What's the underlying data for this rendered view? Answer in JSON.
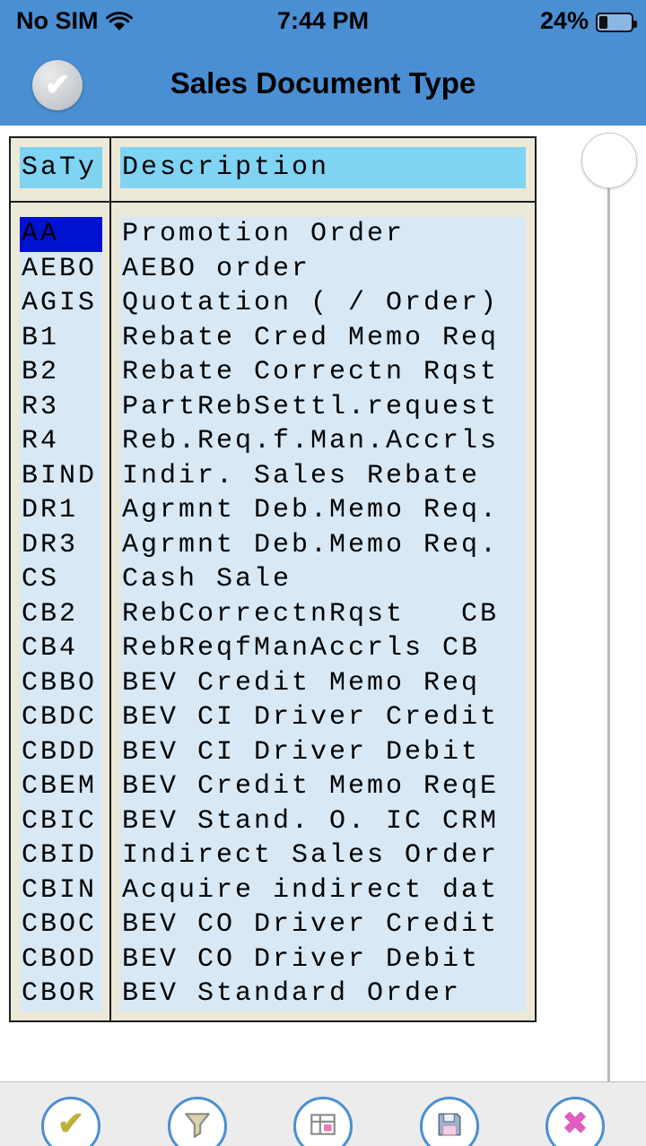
{
  "status_bar": {
    "carrier": "No SIM",
    "time": "7:44 PM",
    "battery_percent": "24%"
  },
  "header": {
    "title": "Sales Document Type"
  },
  "table": {
    "columns": [
      "SaTy",
      "Description"
    ],
    "rows": [
      {
        "saty": "AA",
        "description": "Promotion Order",
        "selected": true
      },
      {
        "saty": "AEBO",
        "description": "AEBO order",
        "selected": false
      },
      {
        "saty": "AGIS",
        "description": "Quotation ( / Order)",
        "selected": false
      },
      {
        "saty": "B1",
        "description": "Rebate Cred Memo Req",
        "selected": false
      },
      {
        "saty": "B2",
        "description": "Rebate Correctn Rqst",
        "selected": false
      },
      {
        "saty": "R3",
        "description": "PartRebSettl.request",
        "selected": false
      },
      {
        "saty": "R4",
        "description": "Reb.Req.f.Man.Accrls",
        "selected": false
      },
      {
        "saty": "BIND",
        "description": "Indir. Sales Rebate",
        "selected": false
      },
      {
        "saty": "DR1",
        "description": "Agrmnt Deb.Memo Req.",
        "selected": false
      },
      {
        "saty": "DR3",
        "description": "Agrmnt Deb.Memo Req.",
        "selected": false
      },
      {
        "saty": "CS",
        "description": "Cash Sale",
        "selected": false
      },
      {
        "saty": "CB2",
        "description": "RebCorrectnRqst   CB",
        "selected": false
      },
      {
        "saty": "CB4",
        "description": "RebReqfManAccrls CB",
        "selected": false
      },
      {
        "saty": "CBBO",
        "description": "BEV Credit Memo Req",
        "selected": false
      },
      {
        "saty": "CBDC",
        "description": "BEV CI Driver Credit",
        "selected": false
      },
      {
        "saty": "CBDD",
        "description": "BEV CI Driver Debit",
        "selected": false
      },
      {
        "saty": "CBEM",
        "description": "BEV Credit Memo ReqE",
        "selected": false
      },
      {
        "saty": "CBIC",
        "description": "BEV Stand. O. IC CRM",
        "selected": false
      },
      {
        "saty": "CBID",
        "description": "Indirect Sales Order",
        "selected": false
      },
      {
        "saty": "CBIN",
        "description": "Acquire indirect dat",
        "selected": false
      },
      {
        "saty": "CBOC",
        "description": "BEV CO Driver Credit",
        "selected": false
      },
      {
        "saty": "CBOD",
        "description": "BEV CO Driver Debit",
        "selected": false
      },
      {
        "saty": "CBOR",
        "description": "BEV Standard Order",
        "selected": false
      }
    ]
  },
  "toolbar": {
    "buttons": [
      "confirm",
      "filter",
      "grid",
      "save",
      "cancel"
    ]
  },
  "colors": {
    "header_blue": "#4a8fd3",
    "table_background": "#ece9d8",
    "cell_blue": "#d8e8f5",
    "column_header_cyan": "#7fd3f3",
    "selected_row_blue": "#0011cf",
    "toolbar_ring_blue": "#4a8fd3"
  }
}
